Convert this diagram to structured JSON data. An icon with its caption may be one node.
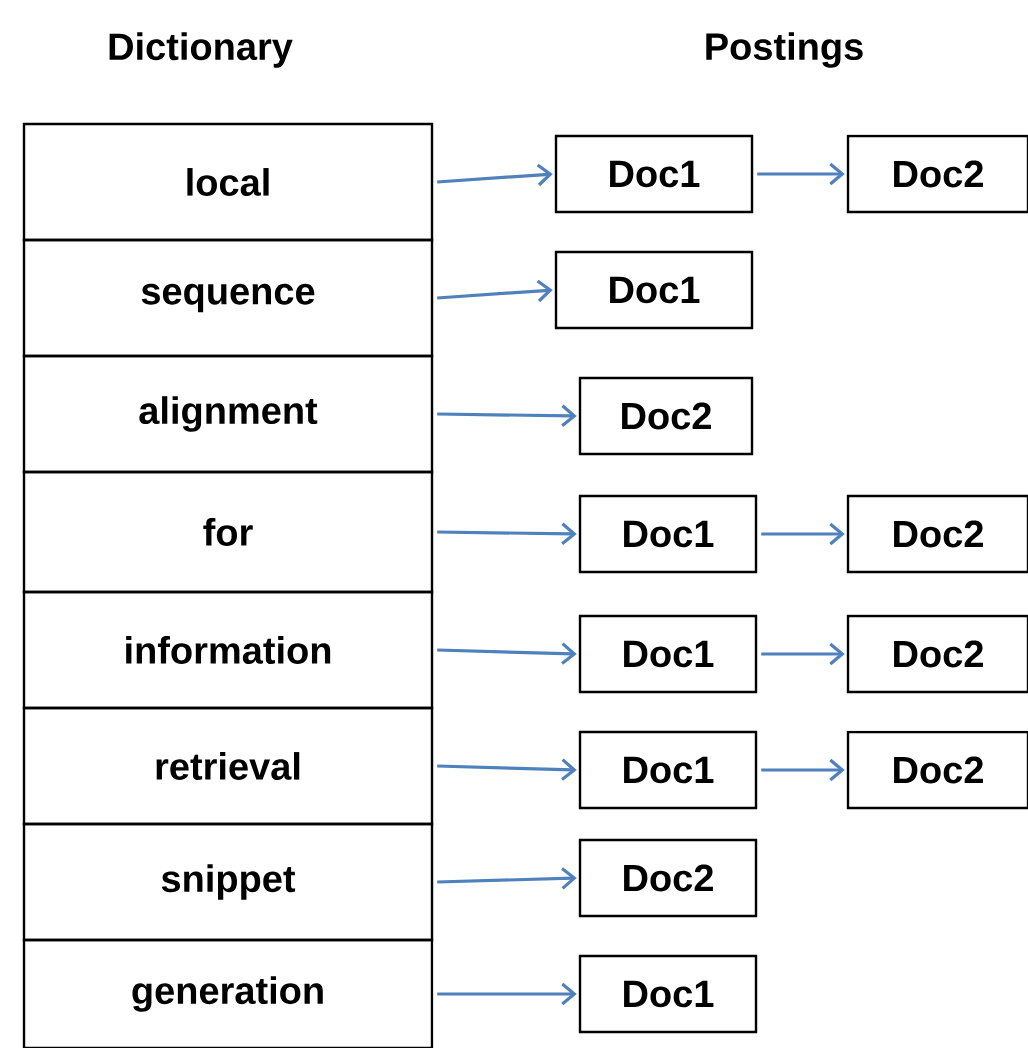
{
  "diagram": {
    "nodes": [
      {
        "text": [
          "local"
        ]
      },
      {
        "text": [
          "sequence"
        ]
      },
      {
        "text": [
          "alignment"
        ]
      },
      {
        "text": [
          "for"
        ]
      },
      {
        "text": [
          "information"
        ]
      },
      {
        "text": [
          "retrieval"
        ]
      },
      {
        "text": [
          "snippet"
        ]
      },
      {
        "text": [
          "generation"
        ]
      },
      {
        "text": [
          "Doc1"
        ]
      },
      {
        "text": [
          "Doc2"
        ]
      },
      {
        "text": [
          "Doc1"
        ]
      },
      {
        "text": [
          "Doc2"
        ]
      },
      {
        "text": [
          "Doc1"
        ]
      },
      {
        "text": [
          "Doc2"
        ]
      },
      {
        "text": [
          "Doc1"
        ]
      },
      {
        "text": [
          "Doc2"
        ]
      },
      {
        "text": [
          "Doc1"
        ]
      },
      {
        "text": [
          "Doc2"
        ]
      },
      {
        "text": [
          "Doc2"
        ]
      },
      {
        "text": [
          "Doc1"
        ]
      }
    ],
    "edges": [
      {
        "from": 0,
        "to": 8,
        "arrow": "to"
      },
      {
        "from": 8,
        "to": 9,
        "arrow": "to"
      },
      {
        "from": 1,
        "to": 10,
        "arrow": "to"
      },
      {
        "from": 2,
        "to": 11,
        "arrow": "to"
      },
      {
        "from": 3,
        "to": 12,
        "arrow": "to"
      },
      {
        "from": 12,
        "to": 13,
        "arrow": "to"
      },
      {
        "from": 4,
        "to": 14,
        "arrow": "to"
      },
      {
        "from": 14,
        "to": 15,
        "arrow": "to"
      },
      {
        "from": 5,
        "to": 16,
        "arrow": "to"
      },
      {
        "from": 16,
        "to": 17,
        "arrow": "to"
      },
      {
        "from": 6,
        "to": 18,
        "arrow": "to"
      },
      {
        "from": 7,
        "to": 19,
        "arrow": "to"
      }
    ],
    "labels": [
      "Dictionary",
      "Postings"
    ]
  }
}
